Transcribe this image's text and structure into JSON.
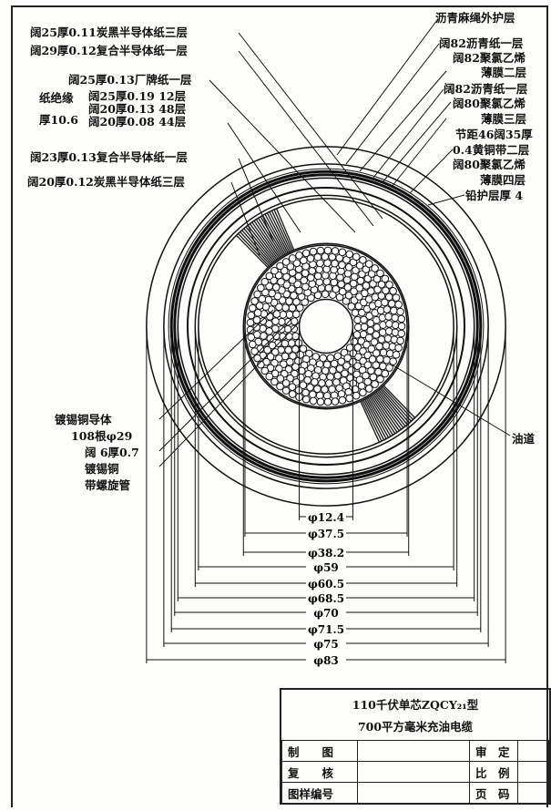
{
  "labels_left": {
    "l1": "阔25厚0.11炭黑半导体纸三层",
    "l2": "阔29厚0.12复合半导体纸一层",
    "l3": "阔25厚0.13厂牌纸一层",
    "paper_ins_1": "纸绝缘",
    "paper_ins_2": "厚10.6",
    "l4": "阔25厚0.19 12层",
    "l5": "阔20厚0.13 48层",
    "l6": "阔20厚0.08 44层",
    "l7": "阔23厚0.13复合半导体纸一层",
    "l8": "阔20厚0.12炭黑半导体纸三层",
    "c1": "镀锡铜导体",
    "c2": "108根φ29",
    "c3": "阔 6厚0.7",
    "c4": "镀锡铜",
    "c5": "带螺旋管"
  },
  "labels_right": {
    "r1": "沥青麻绳外护层",
    "r2": "阔82沥青纸一层",
    "r3": "阔82聚氯乙烯",
    "r4": "薄膜二层",
    "r5": "阔82沥青纸一层",
    "r6": "阔80聚氯乙烯",
    "r7": "薄膜三层",
    "r8": "节距46阔35厚",
    "r9": "0.4黄铜带二层",
    "r10": "阔80聚氯乙烯",
    "r11": "薄膜四层",
    "r12": "铅护层厚 4",
    "oil": "油道"
  },
  "dimensions": [
    "φ12.4",
    "φ37.5",
    "φ38.2",
    "φ59",
    "φ60.5",
    "φ68.5",
    "φ70",
    "φ71.5",
    "φ75",
    "φ83"
  ],
  "diameters_mm": [
    12.4,
    37.5,
    38.2,
    59,
    60.5,
    68.5,
    70,
    71.5,
    75,
    83
  ],
  "title_block": {
    "title1": "110千伏单芯ZQCY₂₁型",
    "title2": "700平方毫米充油电缆",
    "drawn": "制　　图",
    "checked": "复　　核",
    "drawing_no": "图样编号",
    "approved": "审　定",
    "scale": "比　例",
    "page": "页　码"
  }
}
